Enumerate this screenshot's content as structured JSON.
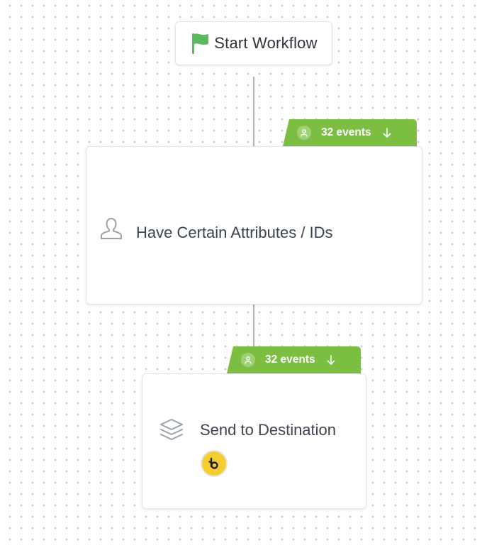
{
  "start_node": {
    "label": "Start Workflow",
    "icon": "flag-icon"
  },
  "nodes": [
    {
      "title": "Have Certain Attributes / IDs",
      "icon": "user-outline-icon",
      "badge": {
        "count_label": "32 events",
        "icon": "user-icon",
        "arrow": "arrow-down-icon"
      }
    },
    {
      "title": "Send to Destination",
      "icon": "layers-icon",
      "destination_logo": "braze-logo",
      "badge": {
        "count_label": "32 events",
        "icon": "user-icon",
        "arrow": "arrow-down-icon"
      }
    }
  ],
  "colors": {
    "badge_green": "#7cbe42",
    "flag_green": "#5cb85c",
    "connector": "#aab1bd",
    "logo_yellow": "#f6cd31",
    "text": "#3c4350"
  }
}
